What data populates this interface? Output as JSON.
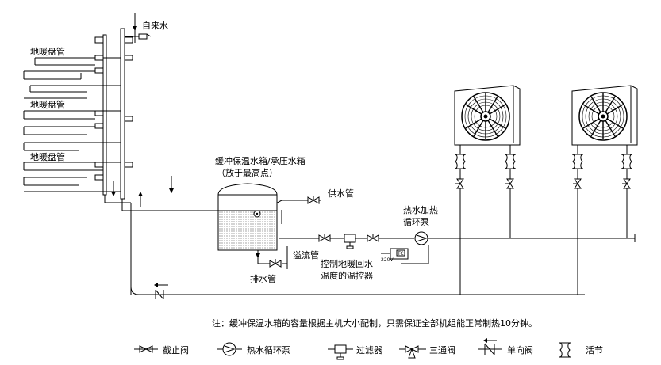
{
  "labels": {
    "tap_water": "自来水",
    "floor_coil_1": "地暖盘管",
    "floor_coil_2": "地暖盘管",
    "floor_coil_3": "地暖盘管",
    "buffer_tank_line1": "缓冲保温水箱/承压水箱",
    "buffer_tank_line2": "（放于最高点）",
    "supply_pipe": "供水管",
    "overflow_pipe": "溢流管",
    "drain_pipe": "排水管",
    "pump_line1": "热水加热",
    "pump_line2": "循环泵",
    "controller_line1": "控制地暖回水",
    "controller_line2": "温度的温控器",
    "controller_voltage": "220V",
    "controller_tag": "TC"
  },
  "note": "注：缓冲保温水箱的容量根据主机大小配制，只需保证全部机组能正常制热10分钟。",
  "legend": [
    {
      "icon": "stop-valve-icon",
      "label": "截止阀"
    },
    {
      "icon": "circulation-pump-icon",
      "label": "热水循环泵"
    },
    {
      "icon": "filter-icon",
      "label": "过滤器"
    },
    {
      "icon": "three-way-valve-icon",
      "label": "三通阀"
    },
    {
      "icon": "check-valve-icon",
      "label": "单向阀"
    },
    {
      "icon": "union-joint-icon",
      "label": "活节"
    }
  ]
}
